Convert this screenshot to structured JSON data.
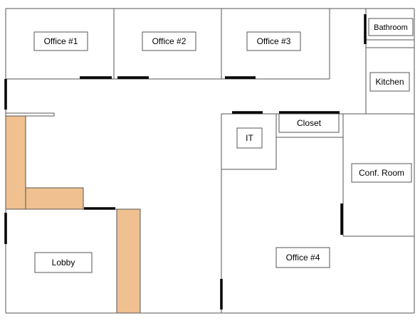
{
  "colors": {
    "wall": "#555555",
    "door": "#000000",
    "furniture": "#f0c090",
    "background": "#ffffff"
  },
  "rooms": {
    "office1": "Office #1",
    "office2": "Office #2",
    "office3": "Office #3",
    "bathroom": "Bathroom",
    "kitchen": "Kitchen",
    "closet": "Closet",
    "it": "IT",
    "conf_room": "Conf. Room",
    "office4": "Office #4",
    "lobby": "Lobby"
  }
}
